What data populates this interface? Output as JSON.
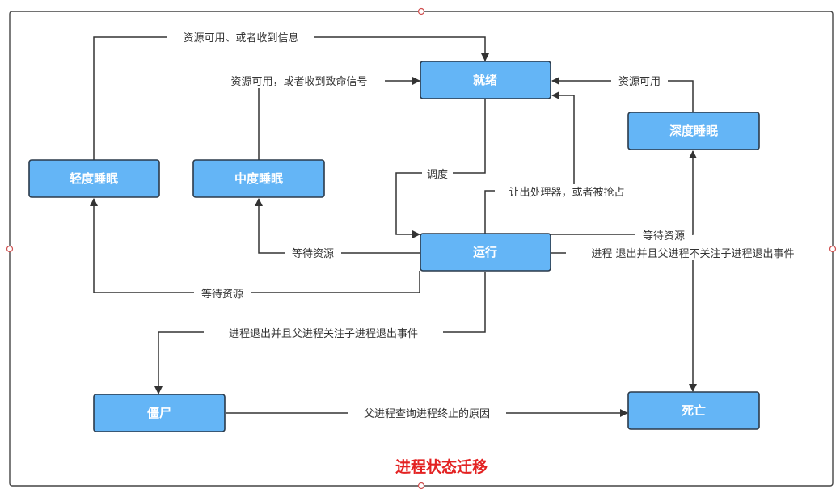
{
  "title": "进程状态迁移",
  "nodes": {
    "ready": "就绪",
    "light_sleep": "轻度睡眠",
    "medium_sleep": "中度睡眠",
    "deep_sleep": "深度睡眠",
    "running": "运行",
    "zombie": "僵尸",
    "dead": "死亡"
  },
  "edges": {
    "light_to_ready": "资源可用、或者收到信息",
    "medium_to_ready": "资源可用，或者收到致命信号",
    "deep_to_ready": "资源可用",
    "ready_to_running": "调度",
    "running_to_ready": "让出处理器，或者被抢占",
    "running_to_deep": "等待资源",
    "running_to_dead": "进程 退出并且父进程不关注子进程退出事件",
    "running_to_medium": "等待资源",
    "running_to_light": "等待资源",
    "running_to_zombie": "进程退出并且父进程关注子进程退出事件",
    "zombie_to_dead": "父进程查询进程终止的原因"
  },
  "colors": {
    "node_fill": "#64b5f6",
    "node_stroke": "#2b3a4a",
    "edge": "#333333",
    "title": "#e32222"
  }
}
